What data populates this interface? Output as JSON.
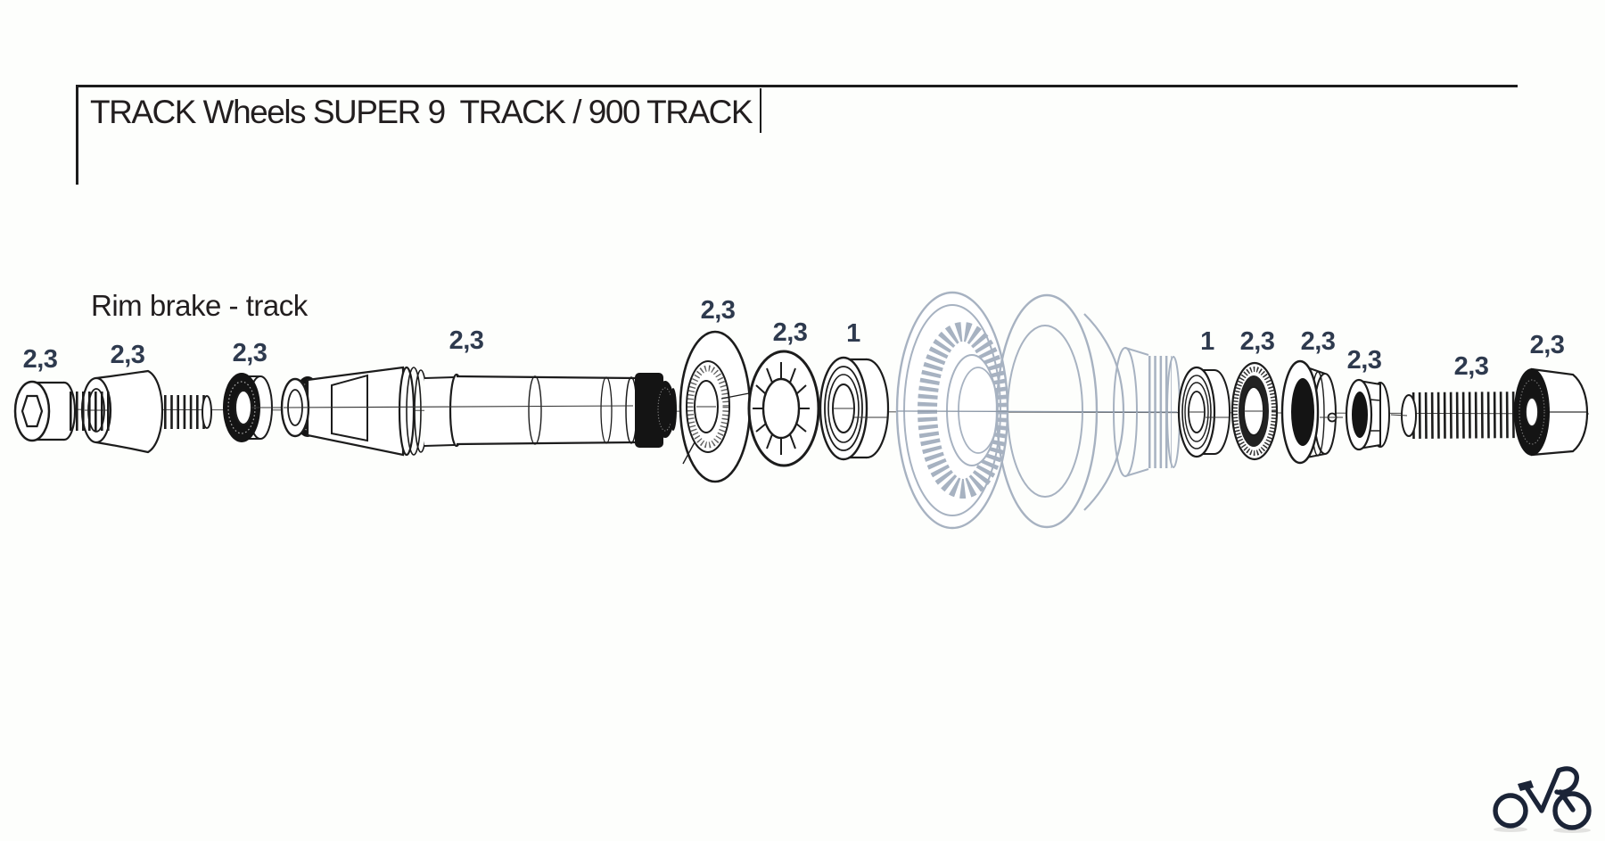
{
  "header": {
    "title": "TRACK Wheels SUPER 9  TRACK / 900 TRACK"
  },
  "diagram": {
    "subtitle": "Rim brake - track",
    "labels": [
      {
        "part": "socket-head-bolt",
        "text": "2,3"
      },
      {
        "part": "cone-washer",
        "text": "2,3"
      },
      {
        "part": "knurled-seal-ring",
        "text": "2,3"
      },
      {
        "part": "axle",
        "text": "2,3"
      },
      {
        "part": "dust-cover",
        "text": "2,3"
      },
      {
        "part": "star-washer",
        "text": "2,3"
      },
      {
        "part": "bearing-left",
        "text": "1"
      },
      {
        "part": "bearing-right",
        "text": "1"
      },
      {
        "part": "seal-ring-right",
        "text": "2,3"
      },
      {
        "part": "cone-right",
        "text": "2,3"
      },
      {
        "part": "lock-nut",
        "text": "2,3"
      },
      {
        "part": "threaded-axle-end",
        "text": "2,3"
      },
      {
        "part": "end-cap",
        "text": "2,3"
      }
    ],
    "colors": {
      "outline": "#1c1c1c",
      "hub_body": "#a7b2c1",
      "label_text": "#2e3a4e",
      "title_text": "#221e1f",
      "logo": "#1b2437"
    }
  }
}
